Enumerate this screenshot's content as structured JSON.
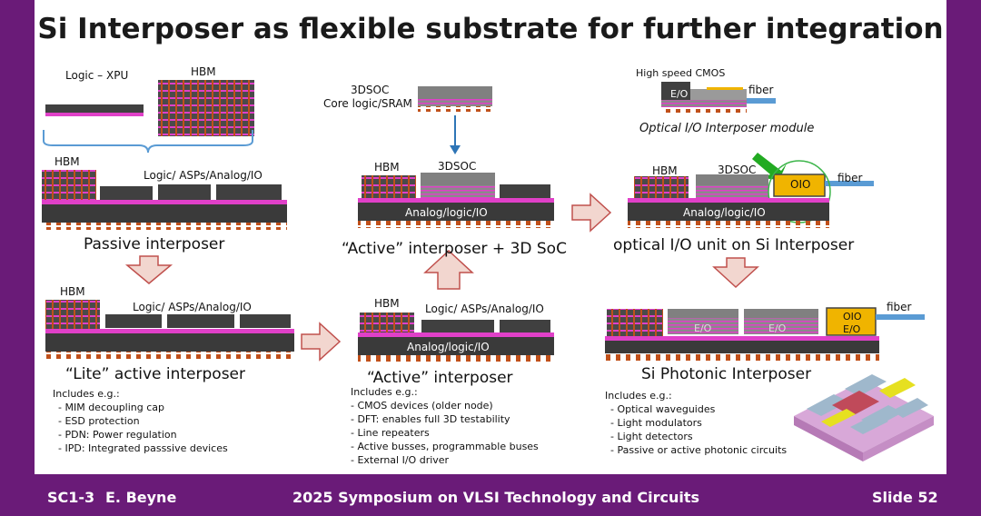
{
  "slide": {
    "title": "Si Interposer as flexible substrate for further integration",
    "colors": {
      "frame": "#6a1b78",
      "die": "#404040",
      "pink": "#e040c8",
      "copper": "#c0501a",
      "interposer": "#3a3a3a",
      "arrow_fill": "#f2d6cf",
      "arrow_stroke": "#c0504d",
      "oio": "#f0b400",
      "fiber": "#5a9bd4",
      "green_arrow": "#22aa22"
    }
  },
  "labels": {
    "logic_xpu": "Logic – XPU",
    "hbm_top": "HBM",
    "hbm": "HBM",
    "logic_asps": "Logic/ ASPs/Analog/IO",
    "analog_logic_io": "Analog/logic/IO",
    "threedsoc": "3DSOC",
    "core_logic_line1": "3DSOC",
    "core_logic_line2": "Core logic/SRAM",
    "high_speed_cmos": "High speed CMOS",
    "fiber": "fiber",
    "eo": "E/O",
    "oio": "OIO",
    "optical_module": "Optical I/O Interposer module"
  },
  "captions": {
    "passive": "Passive interposer",
    "lite": "“Lite” active interposer",
    "active3d": "“Active” interposer + 3D SoC",
    "active": "“Active” interposer",
    "optical": "optical I/O unit on Si Interposer",
    "photonic": "Si Photonic Interposer"
  },
  "lists": {
    "lite": {
      "heading": "Includes e.g.:",
      "items": [
        "- MIM decoupling cap",
        "- ESD protection",
        "- PDN: Power regulation",
        "- IPD:  Integrated passsive devices"
      ]
    },
    "active": {
      "heading": "Includes e.g.:",
      "items": [
        "-  CMOS devices (older node)",
        "-  DFT: enables full 3D testability",
        "-  Line repeaters",
        "-  Active busses, programmable buses",
        "-  External I/O driver"
      ]
    },
    "photonic": {
      "heading": "Includes e.g.:",
      "items": [
        "- Optical waveguides",
        "- Light modulators",
        "- Light detectors",
        "- Passive or active photonic circuits"
      ]
    }
  },
  "footer": {
    "left1": "SC1-3",
    "left2": "E. Beyne",
    "center": "2025 Symposium on VLSI Technology and Circuits",
    "right": "Slide 52"
  }
}
